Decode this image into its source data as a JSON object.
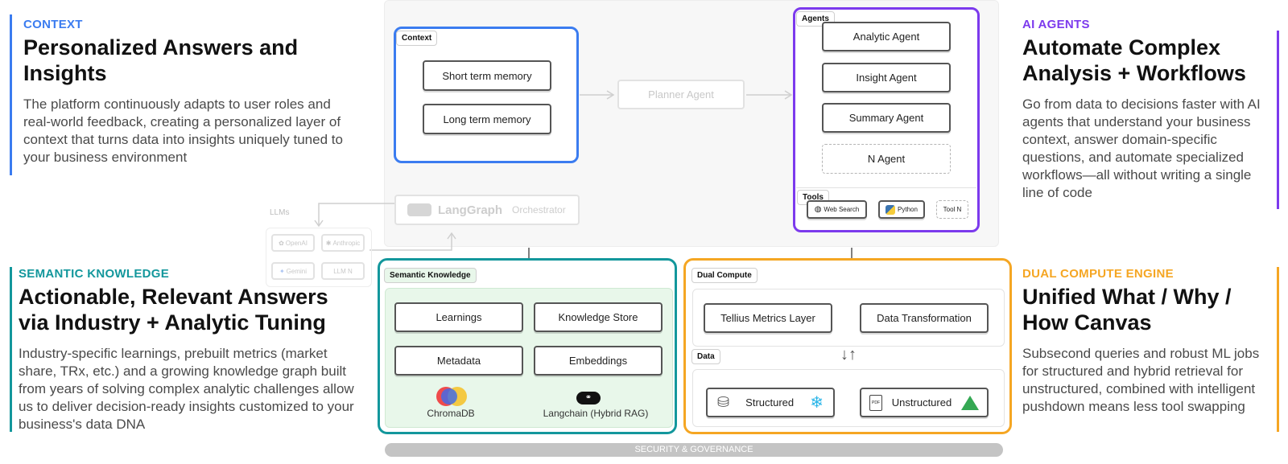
{
  "left_top": {
    "kicker": "CONTEXT",
    "title": "Personalized Answers and Insights",
    "body": "The platform continuously adapts to user roles and real-world feedback, creating a personalized layer of context that turns data into insights uniquely tuned to your business environment",
    "color": "#3b7cf0"
  },
  "left_bottom": {
    "kicker": "SEMANTIC KNOWLEDGE",
    "title": "Actionable, Relevant Answers via Industry + Analytic Tuning",
    "body": "Industry-specific learnings, prebuilt metrics (market share, TRx, etc.) and a growing knowledge graph built from years of solving complex analytic challenges allow us to deliver decision-ready insights customized to your business's data DNA",
    "color": "#13979c"
  },
  "right_top": {
    "kicker": "AI AGENTS",
    "title": "Automate Complex Analysis + Workflows",
    "body": "Go from data to decisions faster with AI agents that understand your business context, answer domain-specific questions, and automate specialized workflows—all without writing a single line of code",
    "color": "#7c3aed"
  },
  "right_bottom": {
    "kicker": "DUAL COMPUTE ENGINE",
    "title": "Unified What / Why / How Canvas",
    "body": "Subsecond queries and robust ML jobs for structured and hybrid retrieval for unstructured, combined with intelligent pushdown means less tool swapping",
    "color": "#f5a623"
  },
  "diagram": {
    "context": {
      "label": "Context",
      "items": [
        "Short term memory",
        "Long term memory"
      ],
      "color": "#3b7cf0"
    },
    "planner": "Planner Agent",
    "orchestrator": {
      "brand": "LangGraph",
      "label": "Orchestrator"
    },
    "llms": {
      "label": "LLMs",
      "items": [
        "OpenAI",
        "Anthropic",
        "Gemini",
        "LLM N"
      ]
    },
    "agents": {
      "label": "Agents",
      "items": [
        "Analytic Agent",
        "Insight Agent",
        "Summary Agent",
        "N Agent"
      ],
      "color": "#7c3aed"
    },
    "tools": {
      "label": "Tools",
      "items": [
        "Web Search",
        "Python",
        "Tool N"
      ]
    },
    "semantic": {
      "label": "Semantic Knowledge",
      "items": [
        "Learnings",
        "Knowledge Store",
        "Metadata",
        "Embeddings"
      ],
      "logos": [
        "ChromaDB",
        "Langchain (Hybrid RAG)"
      ],
      "color": "#13979c",
      "fill": "#e8f7ea"
    },
    "dual": {
      "label": "Dual Compute",
      "items": [
        "Tellius Metrics Layer",
        "Data Transformation"
      ],
      "data_label": "Data",
      "data_items": [
        "Structured",
        "Unstructured"
      ],
      "color": "#f5a623"
    },
    "security": "SECURITY & GOVERNANCE"
  }
}
